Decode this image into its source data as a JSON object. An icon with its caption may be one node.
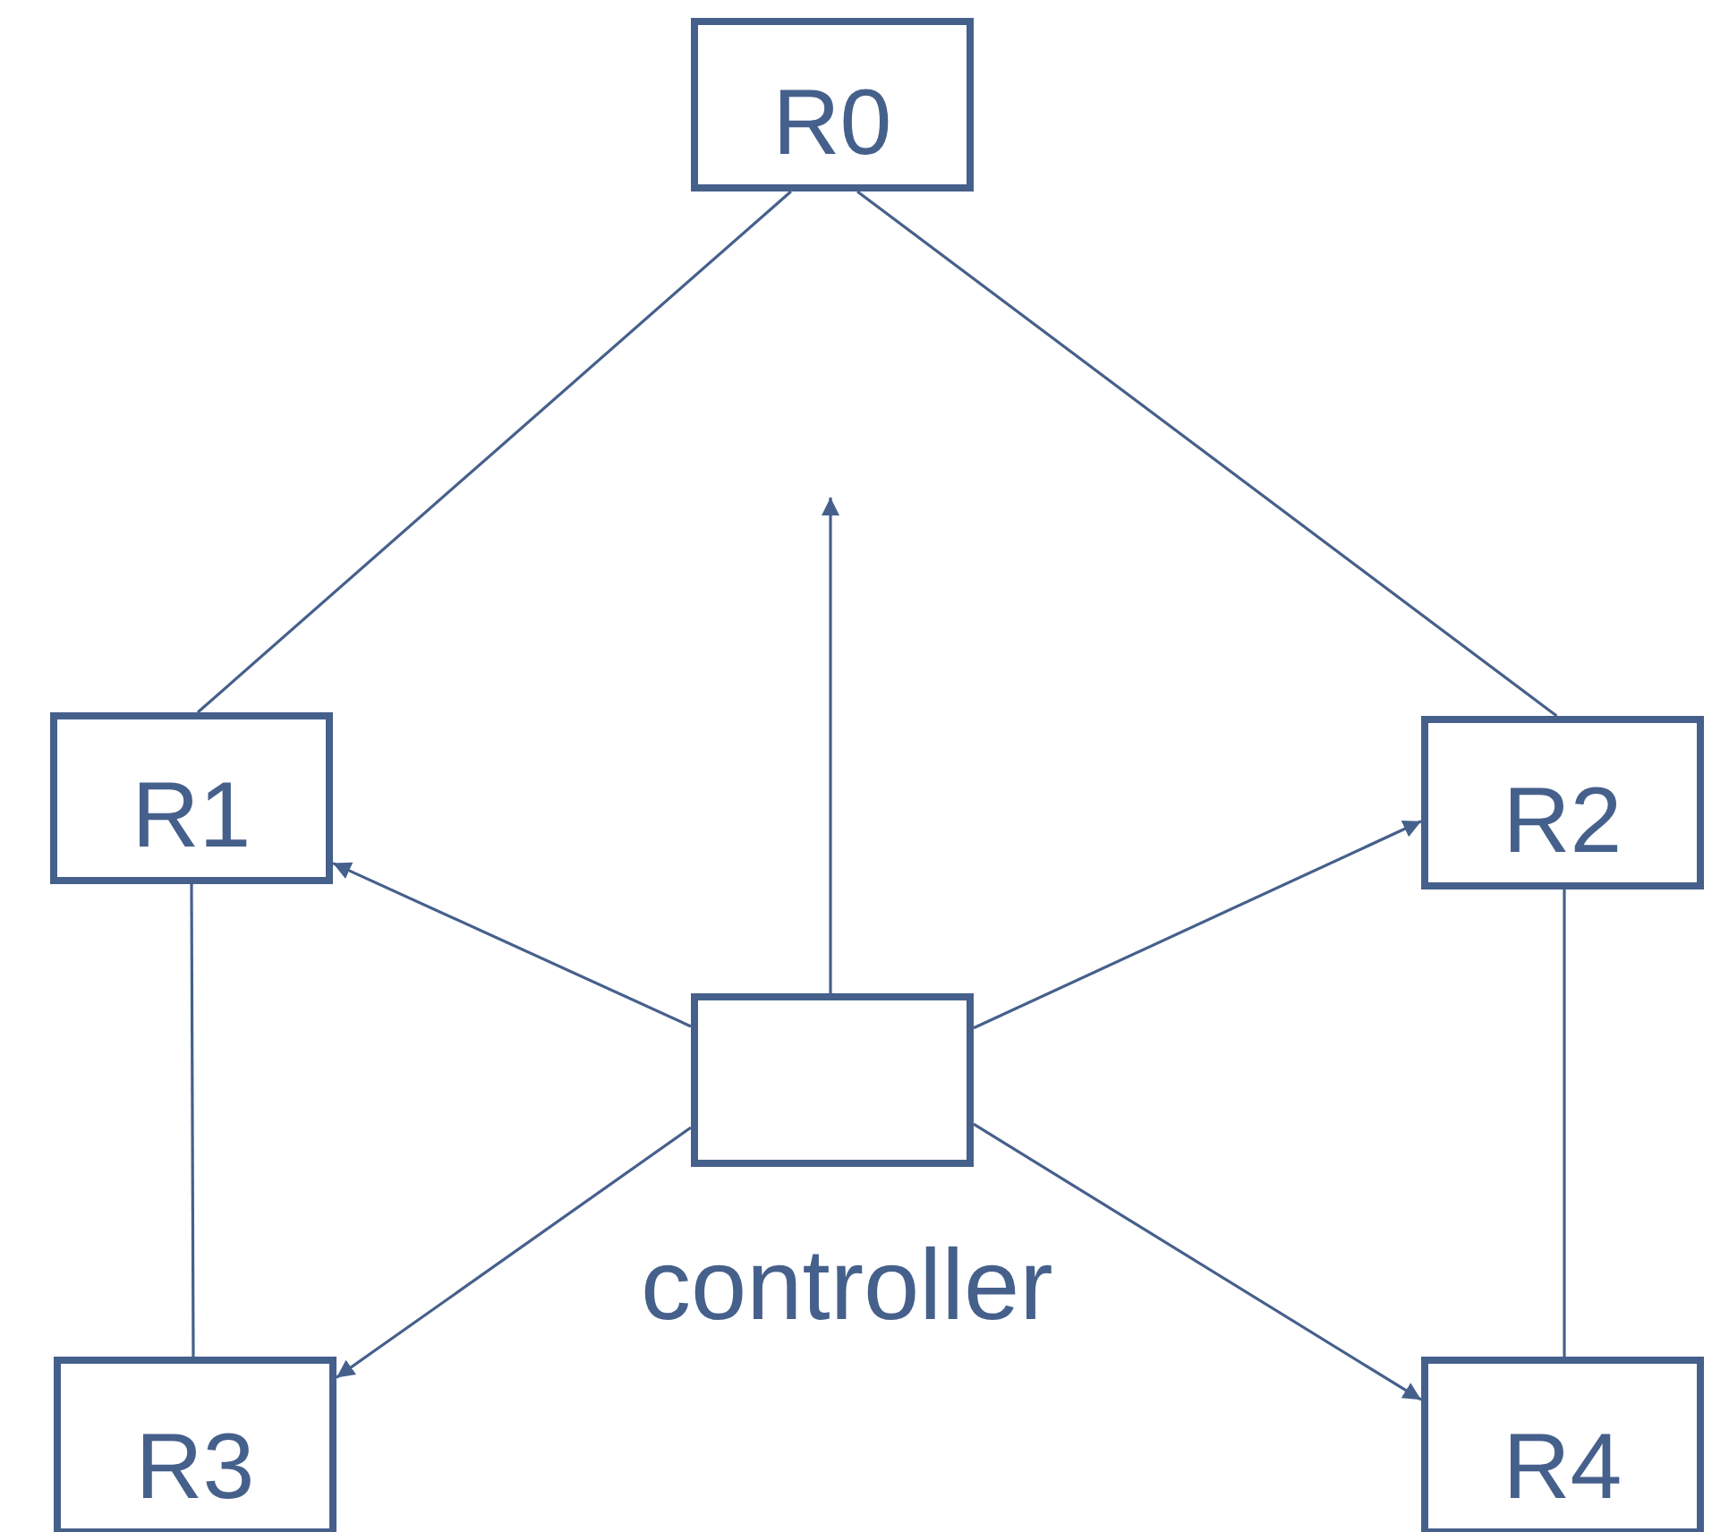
{
  "diagram": {
    "nodes": [
      {
        "text": [
          "R0"
        ]
      },
      {
        "text": [
          "R1"
        ]
      },
      {
        "text": [
          "R2"
        ]
      },
      {
        "text": [
          "R3"
        ]
      },
      {
        "text": [
          "R4"
        ]
      },
      {
        "text": [],
        "shape": "box",
        "beside": [
          "controller"
        ]
      }
    ],
    "edges": [
      {
        "from": 0,
        "to": 1,
        "arrow": "none"
      },
      {
        "from": 0,
        "to": 2,
        "arrow": "none"
      },
      {
        "from": 1,
        "to": 3,
        "arrow": "none"
      },
      {
        "from": 2,
        "to": 4,
        "arrow": "none"
      },
      {
        "from": 5,
        "to": 1,
        "arrow": "to"
      },
      {
        "from": 5,
        "to": 2,
        "arrow": "to"
      },
      {
        "from": 5,
        "to": 3,
        "arrow": "to"
      },
      {
        "from": 5,
        "to": 4,
        "arrow": "to"
      },
      {
        "from": 5,
        "to": null,
        "arrow": "to"
      }
    ]
  }
}
